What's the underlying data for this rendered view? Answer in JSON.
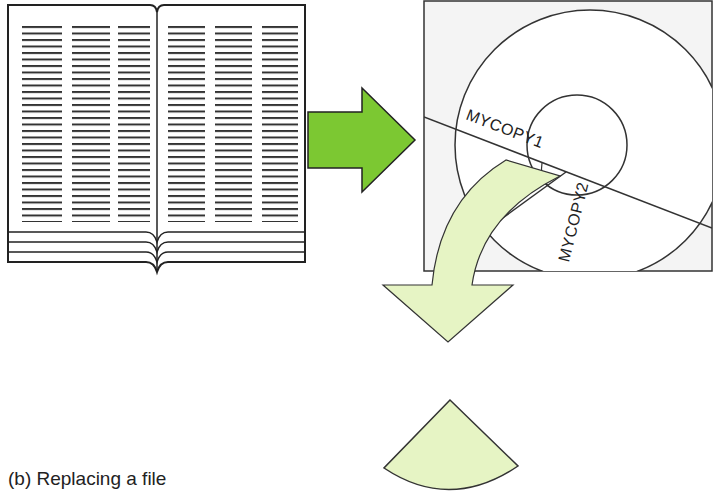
{
  "diagram": {
    "caption": "(b) Replacing a file",
    "labels": [
      "MYCOPY1",
      "MYCOPY2"
    ]
  }
}
